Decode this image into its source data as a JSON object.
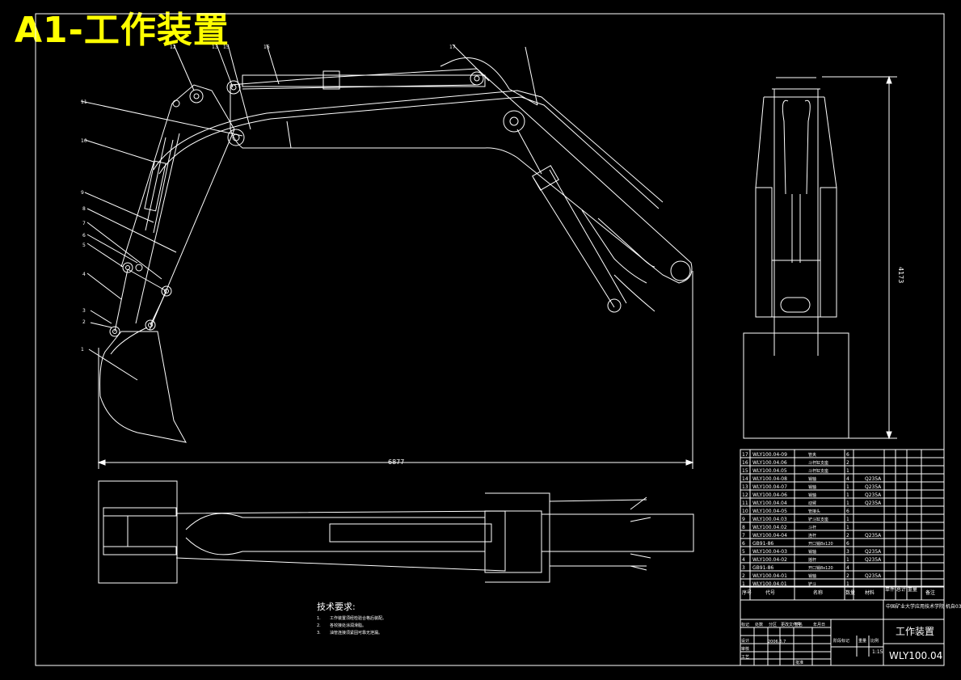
{
  "sheet_title": "A1-工作装置",
  "balloons": [
    "1",
    "2",
    "3",
    "4",
    "5",
    "6",
    "7",
    "8",
    "9",
    "10",
    "11",
    "12",
    "13",
    "15",
    "16",
    "17"
  ],
  "dimensions": {
    "overall_length": "6877",
    "overall_height": "4173"
  },
  "technical_requirements": {
    "heading": "技术要求:",
    "items": [
      {
        "num": "1.",
        "text": "工作装置须经检验合格后装配。"
      },
      {
        "num": "2.",
        "text": "各铰接处涂润滑脂。"
      },
      {
        "num": "3.",
        "text": "油管连接须紧固可靠无泄漏。"
      }
    ]
  },
  "parts_list": {
    "rows": [
      {
        "no": "17",
        "code": "WLY100.04-09",
        "name": "管夹",
        "qty": "6",
        "material": ""
      },
      {
        "no": "16",
        "code": "WLY100.04.06",
        "name": "斗杆缸支座",
        "qty": "2",
        "material": ""
      },
      {
        "no": "15",
        "code": "WLY100.04.05",
        "name": "斗杆缸支座",
        "qty": "1",
        "material": ""
      },
      {
        "no": "14",
        "code": "WLY100.04-08",
        "name": "销轴",
        "qty": "4",
        "material": "Q235A"
      },
      {
        "no": "13",
        "code": "WLY100.04-07",
        "name": "销轴",
        "qty": "1",
        "material": "Q235A"
      },
      {
        "no": "12",
        "code": "WLY100.04-06",
        "name": "销轴",
        "qty": "1",
        "material": "Q235A"
      },
      {
        "no": "11",
        "code": "WLY100.04.04",
        "name": "动臂",
        "qty": "1",
        "material": "Q235A"
      },
      {
        "no": "10",
        "code": "WLY100.04-05",
        "name": "管接头",
        "qty": "6",
        "material": ""
      },
      {
        "no": "9",
        "code": "WLY100.04.03",
        "name": "铲斗缸支座",
        "qty": "1",
        "material": ""
      },
      {
        "no": "8",
        "code": "WLY100.04.02",
        "name": "斗杆",
        "qty": "1",
        "material": ""
      },
      {
        "no": "7",
        "code": "WLY100.04-04",
        "name": "连杆",
        "qty": "2",
        "material": "Q235A"
      },
      {
        "no": "6",
        "code": "GB91-86",
        "name": "开口销8x120",
        "qty": "6",
        "material": ""
      },
      {
        "no": "5",
        "code": "WLY100.04-03",
        "name": "销轴",
        "qty": "3",
        "material": "Q235A"
      },
      {
        "no": "4",
        "code": "WLY100.04-02",
        "name": "摇杆",
        "qty": "1",
        "material": "Q235A"
      },
      {
        "no": "3",
        "code": "GB91-86",
        "name": "开口销8x120",
        "qty": "4",
        "material": ""
      },
      {
        "no": "2",
        "code": "WLY100.04-01",
        "name": "销轴",
        "qty": "2",
        "material": "Q235A"
      },
      {
        "no": "1",
        "code": "WLY100.04.01",
        "name": "铲斗",
        "qty": "1",
        "material": ""
      }
    ],
    "header": {
      "no": "序号",
      "code": "代号",
      "name": "名称",
      "qty": "数量",
      "material": "材料",
      "weight": "单件 总计 重量",
      "remark": "备注"
    }
  },
  "title_block": {
    "school": "中国矿业大学应用技术学院 机自03-7",
    "drawing_name": "工作装置",
    "drawing_code": "WLY100.04",
    "scale": "1:15",
    "row_labels": [
      "标记",
      "设计",
      "审核",
      "工艺"
    ],
    "col_labels": [
      "处数",
      "分区",
      "更改文件号",
      "签名",
      "年月日"
    ],
    "stage_labels": [
      "阶段标记",
      "重量",
      "比例"
    ],
    "date": "2006.6.7",
    "approve": "批准"
  }
}
